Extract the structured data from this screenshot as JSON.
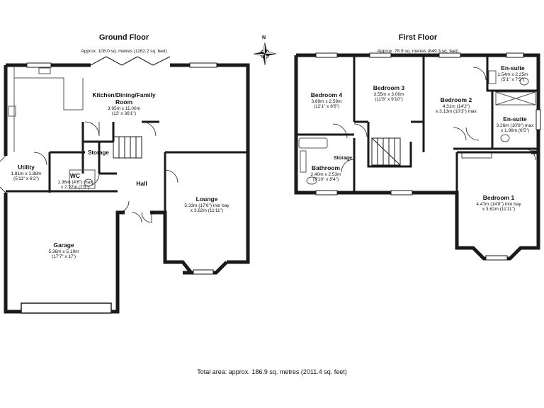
{
  "ground_floor": {
    "title": "Ground Floor",
    "area": "Approx. 108.0 sq. metres (1162.2 sq. feet)",
    "rooms": {
      "kitchen": {
        "name_line1": "Kitchen/Dining/Family",
        "name_line2": "Room",
        "dim1": "3.95m x 11.00m",
        "dim2": "(13' x 36'1\")"
      },
      "storage": {
        "name": "Storage"
      },
      "hall": {
        "name": "Hall"
      },
      "utility": {
        "name": "Utility",
        "dim1": "1.81m x 1.88m",
        "dim2": "(5'11\" x 6'2\")"
      },
      "wc": {
        "name": "WC",
        "dim1": "1.36m (4'6\") max",
        "dim2": "x 2.27m (7'5\")"
      },
      "lounge": {
        "name": "Lounge",
        "dim1": "5.33m (17'6\") into bay",
        "dim2": "x 3.62m (11'11\")"
      },
      "garage": {
        "name": "Garage",
        "dim1": "5.36m x 5.19m",
        "dim2": "(17'7\" x 17')"
      }
    }
  },
  "first_floor": {
    "title": "First Floor",
    "area": "Approx. 78.9 sq. metres (849.3 sq. feet)",
    "rooms": {
      "bedroom4": {
        "name": "Bedroom 4",
        "dim1": "3.69m x 2.59m",
        "dim2": "(12'1\" x 8'6\")"
      },
      "bedroom3": {
        "name": "Bedroom 3",
        "dim1": "3.55m x 3.00m",
        "dim2": "(11'8\" x 9'10\")"
      },
      "bedroom2": {
        "name": "Bedroom 2",
        "dim1": "4.31m (14'2\")",
        "dim2": "x 3.13m (10'3\") max"
      },
      "ensuite1": {
        "name": "En-suite",
        "dim1": "1.54m x 2.25m",
        "dim2": "(5'1\" x 7'5\")"
      },
      "ensuite2": {
        "name": "En-suite",
        "dim1": "3.26m (10'8\") max",
        "dim2": "x 1.96m (6'5\")"
      },
      "storage": {
        "name": "Storage"
      },
      "bathroom": {
        "name": "Bathroom",
        "dim1": "2.40m x 2.53m",
        "dim2": "(7'10\" x 8'4\")"
      },
      "bedroom1": {
        "name": "Bedroom 1",
        "dim1": "4.47m (14'8\") into bay",
        "dim2": "x 3.62m (11'11\")"
      }
    }
  },
  "compass": {
    "label": "N"
  },
  "total_area": "Total area: approx. 186.9 sq. metres (2011.4 sq. feet)",
  "colors": {
    "wall": "#1a1a1a",
    "window": "#ffffff",
    "fixture": "#555555"
  }
}
